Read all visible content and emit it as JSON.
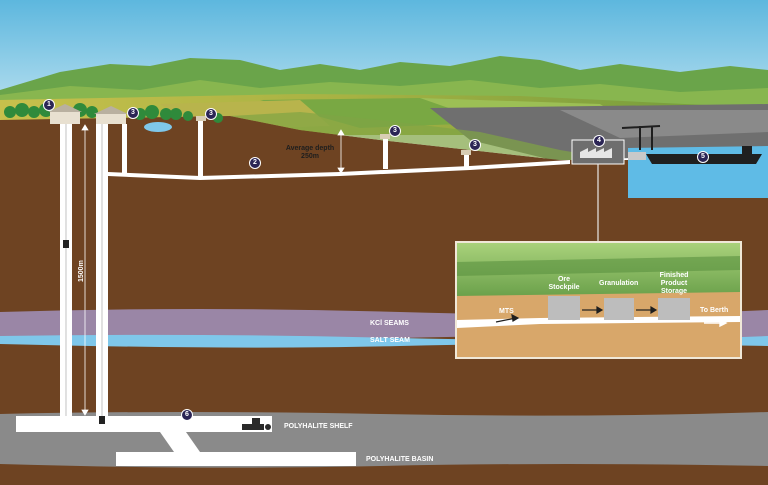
{
  "badges": {
    "b1": "1",
    "b2": "2",
    "b3a": "3",
    "b3b": "3",
    "b3c": "3",
    "b3d": "3",
    "b4": "4",
    "b5": "5",
    "b6": "6"
  },
  "depth_label_line1": "Average depth",
  "depth_label_line2": "250m",
  "shaft_depth_label": "1500m",
  "strata": {
    "kcl": "KCl SEAMS",
    "salt": "SALT SEAM",
    "polyhalite_shelf": "POLYHALITE SHELF",
    "polyhalite_basin": "POLYHALITE BASIN"
  },
  "inset": {
    "mts": "MTS",
    "ore_stockpile_line1": "Ore",
    "ore_stockpile_line2": "Stockpile",
    "granulation": "Granulation",
    "finished_line1": "Finished",
    "finished_line2": "Product",
    "finished_line3": "Storage",
    "to_berth": "To Berth"
  },
  "colors": {
    "sky": "#6ec3e2",
    "earth": "#6e4322",
    "kcl_seam": "#9a86a6",
    "salt_seam": "#7fc7ea",
    "polyhalite_shelf": "#8a8a8a",
    "tunnel": "#ffffff",
    "sea": "#5fbbe6",
    "badge": "#2b2555"
  }
}
